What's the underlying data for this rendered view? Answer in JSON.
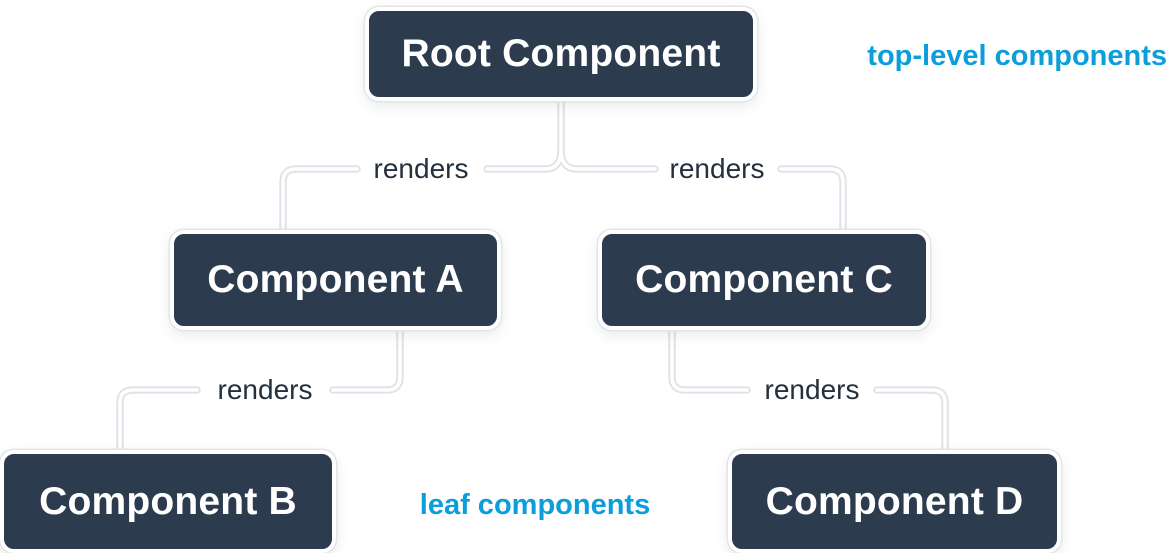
{
  "diagram_type": "component-tree",
  "nodes": [
    {
      "id": "root",
      "label": "Root Component"
    },
    {
      "id": "a",
      "label": "Component A"
    },
    {
      "id": "b",
      "label": "Component B"
    },
    {
      "id": "c",
      "label": "Component C"
    },
    {
      "id": "d",
      "label": "Component D"
    }
  ],
  "edges": [
    {
      "from": "root",
      "to": "a",
      "label": "renders"
    },
    {
      "from": "root",
      "to": "c",
      "label": "renders"
    },
    {
      "from": "a",
      "to": "b",
      "label": "renders"
    },
    {
      "from": "c",
      "to": "d",
      "label": "renders"
    }
  ],
  "annotations": [
    {
      "text": "top-level components",
      "position": "top-right"
    },
    {
      "text": "leaf components",
      "position": "bottom-center"
    }
  ],
  "colors": {
    "node_fill": "#2d3b4e",
    "node_border": "#ffffff",
    "node_text": "#ffffff",
    "edge_line": "#ffffff",
    "edge_line_halo": "#dfe3e8",
    "edge_label_text": "#23303d",
    "annotation_accent": "#0b9eda",
    "background": "#ffffff"
  }
}
